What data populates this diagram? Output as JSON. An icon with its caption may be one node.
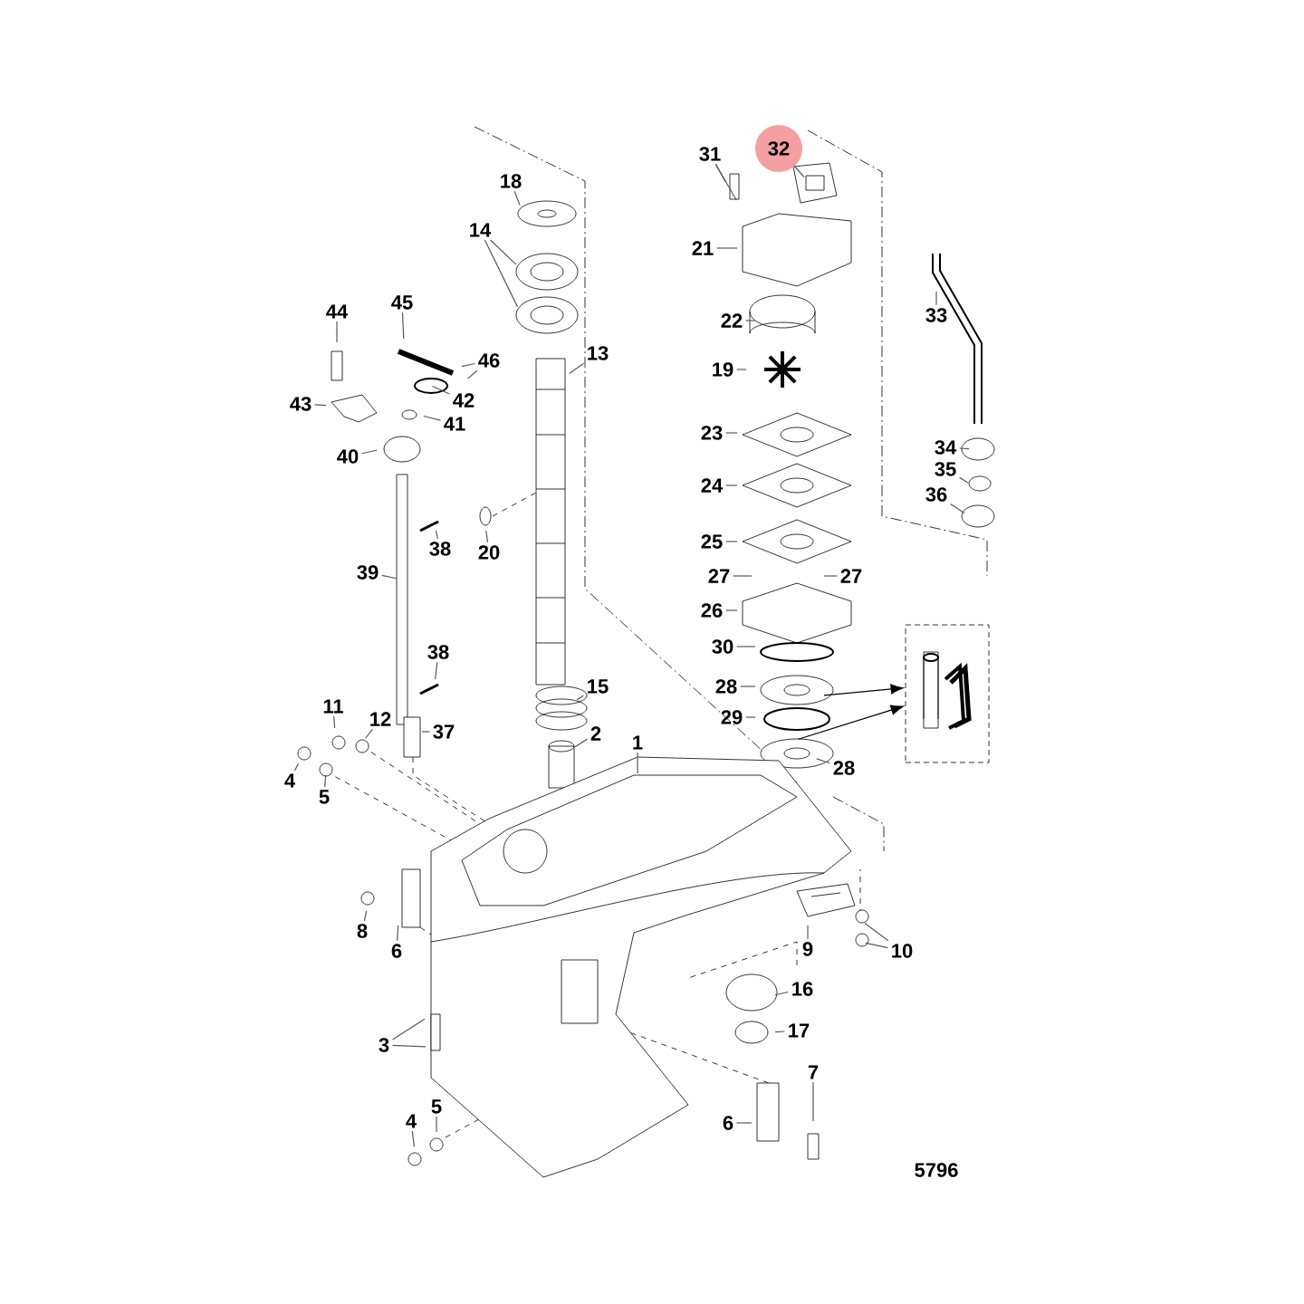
{
  "diagram": {
    "nodes": [
      {
        "text": [
          "18"
        ]
      },
      {
        "text": [
          "31"
        ]
      },
      {
        "text": [
          "32"
        ]
      },
      {
        "text": [
          "14"
        ]
      },
      {
        "text": [
          "21"
        ]
      },
      {
        "text": [
          "45"
        ]
      },
      {
        "text": [
          "44"
        ]
      },
      {
        "text": [
          "33"
        ]
      },
      {
        "text": [
          "22"
        ]
      },
      {
        "text": [
          "13"
        ]
      },
      {
        "text": [
          "46"
        ]
      },
      {
        "text": [
          "19"
        ]
      },
      {
        "text": [
          "42"
        ]
      },
      {
        "text": [
          "43"
        ]
      },
      {
        "text": [
          "41"
        ]
      },
      {
        "text": [
          "23"
        ]
      },
      {
        "text": [
          "34"
        ]
      },
      {
        "text": [
          "40"
        ]
      },
      {
        "text": [
          "35"
        ]
      },
      {
        "text": [
          "24"
        ]
      },
      {
        "text": [
          "36"
        ]
      },
      {
        "text": [
          "25"
        ]
      },
      {
        "text": [
          "38"
        ]
      },
      {
        "text": [
          "20"
        ]
      },
      {
        "text": [
          "39"
        ]
      },
      {
        "text": [
          "27"
        ]
      },
      {
        "text": [
          "27"
        ]
      },
      {
        "text": [
          "26"
        ]
      },
      {
        "text": [
          "30"
        ]
      },
      {
        "text": [
          "38"
        ]
      },
      {
        "text": [
          "15"
        ]
      },
      {
        "text": [
          "28"
        ]
      },
      {
        "text": [],
        "shape": "picture"
      },
      {
        "text": [
          "11"
        ]
      },
      {
        "text": [
          "29"
        ]
      },
      {
        "text": [
          "12"
        ]
      },
      {
        "text": [
          "37"
        ]
      },
      {
        "text": [
          "2"
        ]
      },
      {
        "text": [
          "1"
        ]
      },
      {
        "text": [
          "28"
        ]
      },
      {
        "text": [
          "4"
        ]
      },
      {
        "text": [
          "5"
        ]
      },
      {
        "text": [
          "8"
        ]
      },
      {
        "text": [
          "9"
        ]
      },
      {
        "text": [
          "6"
        ]
      },
      {
        "text": [
          "10"
        ]
      },
      {
        "text": [
          "16"
        ]
      },
      {
        "text": [
          "17"
        ]
      },
      {
        "text": [
          "3"
        ]
      },
      {
        "text": [
          "7"
        ]
      },
      {
        "text": [
          "5"
        ]
      },
      {
        "text": [
          "4"
        ]
      },
      {
        "text": [
          "6"
        ]
      }
    ],
    "edges": [
      {
        "from": 0,
        "to": null,
        "arrow": "none"
      },
      {
        "from": 1,
        "to": null,
        "arrow": "none"
      },
      {
        "from": 1,
        "to": null,
        "arrow": "none"
      },
      {
        "from": 2,
        "to": null,
        "arrow": "none"
      },
      {
        "from": 3,
        "to": null,
        "arrow": "none"
      },
      {
        "from": 3,
        "to": null,
        "arrow": "none"
      },
      {
        "from": 4,
        "to": null,
        "arrow": "none"
      },
      {
        "from": 5,
        "to": null,
        "arrow": "none"
      },
      {
        "from": 6,
        "to": null,
        "arrow": "none"
      },
      {
        "from": 7,
        "to": null,
        "arrow": "none"
      },
      {
        "from": 8,
        "to": null,
        "arrow": "none"
      },
      {
        "from": 9,
        "to": null,
        "arrow": "none"
      },
      {
        "from": 10,
        "to": null,
        "arrow": "none"
      },
      {
        "from": 10,
        "to": null,
        "arrow": "none"
      },
      {
        "from": 11,
        "to": null,
        "arrow": "none"
      },
      {
        "from": 12,
        "to": null,
        "arrow": "none"
      },
      {
        "from": 13,
        "to": null,
        "arrow": "none"
      },
      {
        "from": 14,
        "to": null,
        "arrow": "none"
      },
      {
        "from": 15,
        "to": null,
        "arrow": "none"
      },
      {
        "from": 16,
        "to": null,
        "arrow": "none"
      },
      {
        "from": 17,
        "to": null,
        "arrow": "none"
      },
      {
        "from": 18,
        "to": null,
        "arrow": "none"
      },
      {
        "from": 19,
        "to": null,
        "arrow": "none"
      },
      {
        "from": 20,
        "to": null,
        "arrow": "none"
      },
      {
        "from": 21,
        "to": null,
        "arrow": "none"
      },
      {
        "from": 22,
        "to": null,
        "arrow": "none"
      },
      {
        "from": 23,
        "to": null,
        "arrow": "none"
      },
      {
        "from": 24,
        "to": null,
        "arrow": "none"
      },
      {
        "from": 25,
        "to": null,
        "arrow": "none"
      },
      {
        "from": 26,
        "to": null,
        "arrow": "none"
      },
      {
        "from": 27,
        "to": null,
        "arrow": "none"
      },
      {
        "from": 28,
        "to": null,
        "arrow": "none"
      },
      {
        "from": 29,
        "to": null,
        "arrow": "none"
      },
      {
        "from": 30,
        "to": null,
        "arrow": "none"
      },
      {
        "from": 31,
        "to": null,
        "arrow": "none"
      },
      {
        "from": null,
        "to": 32,
        "arrow": "to"
      },
      {
        "from": null,
        "to": 32,
        "arrow": "to"
      },
      {
        "from": 33,
        "to": null,
        "arrow": "none"
      },
      {
        "from": 34,
        "to": null,
        "arrow": "none"
      },
      {
        "from": 35,
        "to": null,
        "arrow": "none"
      },
      {
        "from": 36,
        "to": null,
        "arrow": "none"
      },
      {
        "from": 37,
        "to": null,
        "arrow": "none"
      },
      {
        "from": 38,
        "to": null,
        "arrow": "none"
      },
      {
        "from": 39,
        "to": null,
        "arrow": "none"
      },
      {
        "from": 40,
        "to": null,
        "arrow": "none"
      },
      {
        "from": 41,
        "to": null,
        "arrow": "none"
      },
      {
        "from": 42,
        "to": null,
        "arrow": "none"
      },
      {
        "from": 43,
        "to": null,
        "arrow": "none"
      },
      {
        "from": 44,
        "to": null,
        "arrow": "none"
      },
      {
        "from": 45,
        "to": null,
        "arrow": "none"
      },
      {
        "from": 45,
        "to": null,
        "arrow": "none"
      },
      {
        "from": 46,
        "to": null,
        "arrow": "none"
      },
      {
        "from": 47,
        "to": null,
        "arrow": "none"
      },
      {
        "from": 48,
        "to": null,
        "arrow": "none"
      },
      {
        "from": 48,
        "to": null,
        "arrow": "none"
      },
      {
        "from": 49,
        "to": null,
        "arrow": "none"
      },
      {
        "from": 50,
        "to": null,
        "arrow": "none"
      },
      {
        "from": 51,
        "to": null,
        "arrow": "none"
      },
      {
        "from": 52,
        "to": null,
        "arrow": "none"
      }
    ],
    "labels": [
      "5796"
    ]
  }
}
